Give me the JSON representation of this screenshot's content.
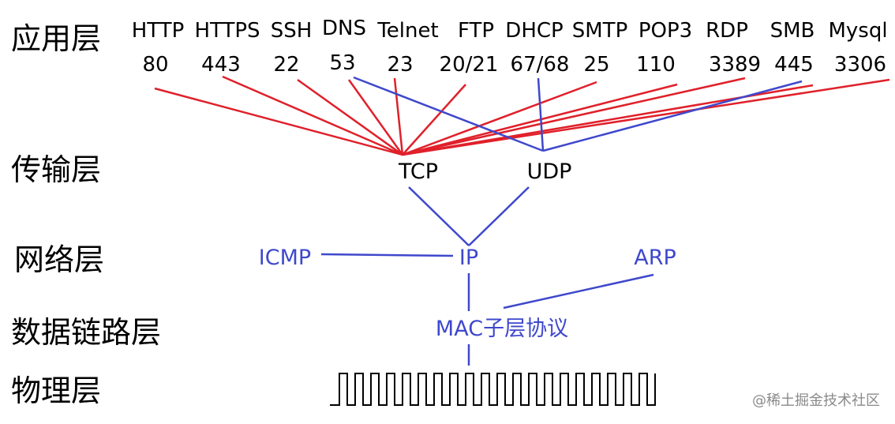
{
  "layers": {
    "application": "应用层",
    "transport": "传输层",
    "network": "网络层",
    "datalink": "数据链路层",
    "physical": "物理层"
  },
  "protocols": [
    {
      "name": "HTTP",
      "port": "80",
      "transport": "TCP"
    },
    {
      "name": "HTTPS",
      "port": "443",
      "transport": "TCP"
    },
    {
      "name": "SSH",
      "port": "22",
      "transport": "TCP"
    },
    {
      "name": "DNS",
      "port": "53",
      "transport": "TCP,UDP"
    },
    {
      "name": "Telnet",
      "port": "23",
      "transport": "TCP"
    },
    {
      "name": "FTP",
      "port": "20/21",
      "transport": "TCP"
    },
    {
      "name": "DHCP",
      "port": "67/68",
      "transport": "UDP"
    },
    {
      "name": "SMTP",
      "port": "25",
      "transport": "TCP"
    },
    {
      "name": "POP3",
      "port": "110",
      "transport": "TCP"
    },
    {
      "name": "RDP",
      "port": "3389",
      "transport": "TCP"
    },
    {
      "name": "SMB",
      "port": "445",
      "transport": "TCP,UDP"
    },
    {
      "name": "Mysql",
      "port": "3306",
      "transport": "TCP"
    }
  ],
  "nodes": {
    "tcp": "TCP",
    "udp": "UDP",
    "icmp": "ICMP",
    "ip": "IP",
    "arp": "ARP",
    "mac": "MAC子层协议"
  },
  "colors": {
    "tcp_link": "#e0202a",
    "udp_link": "#3f48cc",
    "blue_text": "#3f48cc",
    "signal": "#000000"
  },
  "watermark": "@稀土掘金技术社区"
}
